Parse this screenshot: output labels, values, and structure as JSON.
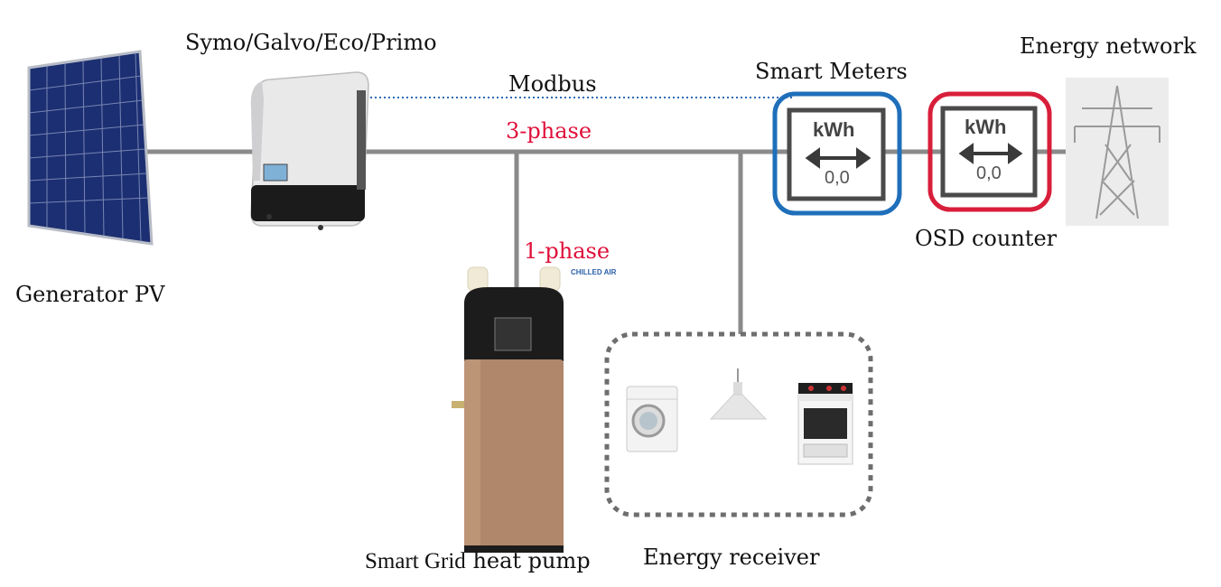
{
  "labels": {
    "inverter_models": "Symo/Galvo/Eco/Primo",
    "modbus": "Modbus",
    "smart_meters": "Smart Meters",
    "energy_network": "Energy network",
    "three_phase": "3-phase",
    "one_phase": "1-phase",
    "osd_counter": "OSD counter",
    "generator_pv": "Generator PV",
    "heat_pump_prefix": "Smart Grid",
    "heat_pump_suffix": "heat pump",
    "energy_receiver": "Energy receiver",
    "chilled_air": "CHILLED AIR"
  },
  "meters": {
    "smart": {
      "unit": "kWh",
      "value": "0,0",
      "color": "#1f6fba"
    },
    "osd": {
      "unit": "kWh",
      "value": "0,0",
      "color": "#d81e3a"
    }
  },
  "icons": [
    "solar-panel-icon",
    "inverter-icon",
    "heat-pump-icon",
    "washing-machine-icon",
    "pendant-lamp-icon",
    "electric-stove-icon",
    "power-pylon-icon",
    "double-arrow-icon"
  ],
  "colors": {
    "line": "#8a8a8a",
    "phase_text": "#e0103a",
    "modbus": "#2b6cb5"
  }
}
